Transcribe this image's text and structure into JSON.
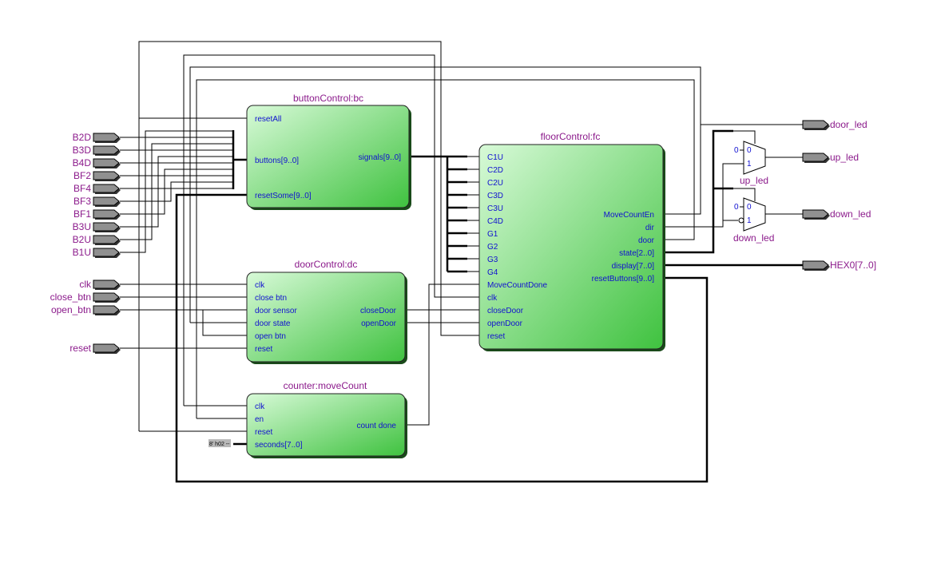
{
  "inputs": [
    {
      "name": "B2D"
    },
    {
      "name": "B3D"
    },
    {
      "name": "B4D"
    },
    {
      "name": "BF2"
    },
    {
      "name": "BF4"
    },
    {
      "name": "BF3"
    },
    {
      "name": "BF1"
    },
    {
      "name": "B3U"
    },
    {
      "name": "B2U"
    },
    {
      "name": "B1U"
    },
    {
      "name": "clk"
    },
    {
      "name": "close_btn"
    },
    {
      "name": "open_btn"
    },
    {
      "name": "reset"
    }
  ],
  "outputs": [
    {
      "name": "door_led"
    },
    {
      "name": "up_led"
    },
    {
      "name": "down_led"
    },
    {
      "name": "HEX0[7..0]"
    }
  ],
  "blocks": {
    "buttonControl": {
      "title": "buttonControl:bc",
      "inputs": [
        "resetAll",
        "buttons[9..0]",
        "resetSome[9..0]"
      ],
      "outputs": [
        "signals[9..0]"
      ]
    },
    "doorControl": {
      "title": "doorControl:dc",
      "inputs": [
        "clk",
        "close  btn",
        "door  sensor",
        "door  state",
        "open  btn",
        "reset"
      ],
      "outputs": [
        "closeDoor",
        "openDoor"
      ]
    },
    "counter": {
      "title": "counter:moveCount",
      "inputs": [
        "clk",
        "en",
        "reset",
        "seconds[7..0]"
      ],
      "outputs": [
        "count  done"
      ],
      "constant": "8' h02 --"
    },
    "floorControl": {
      "title": "floorControl:fc",
      "inputs": [
        "C1U",
        "C2D",
        "C2U",
        "C3D",
        "C3U",
        "C4D",
        "G1",
        "G2",
        "G3",
        "G4",
        "MoveCountDone",
        "clk",
        "closeDoor",
        "openDoor",
        "reset"
      ],
      "outputs": [
        "MoveCountEn",
        "dir",
        "door",
        "state[2..0]",
        "display[7..0]",
        "resetButtons[9..0]"
      ]
    }
  },
  "muxes": [
    {
      "name": "up_led",
      "in0": "0",
      "sel0": "0",
      "sel1": "1",
      "inverted": false
    },
    {
      "name": "down_led",
      "in0": "0",
      "sel0": "0",
      "sel1": "1",
      "inverted": true
    }
  ],
  "colors": {
    "block_light": "#d4f8d4",
    "block_dark": "#3ec13e",
    "port_fill": "#909090",
    "port_label": "#8b1a8b",
    "pin_label": "#1010d0"
  }
}
